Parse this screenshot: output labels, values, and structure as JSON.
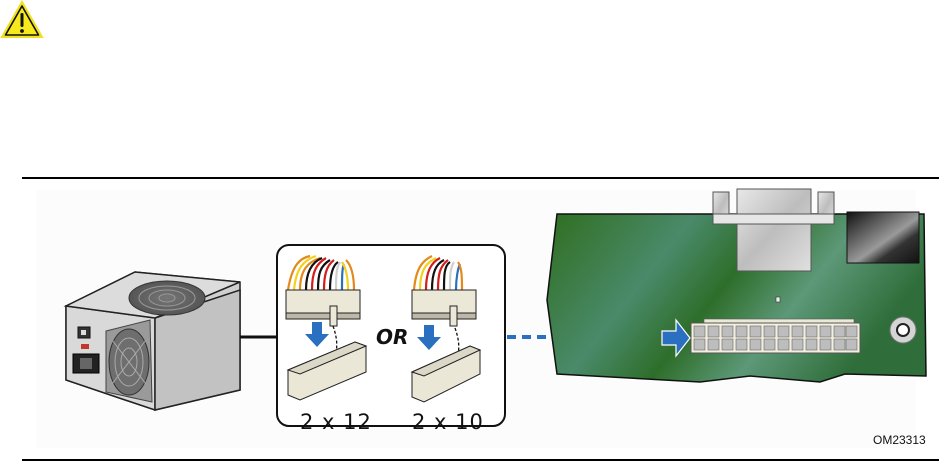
{
  "warning": {
    "icon": "warning-triangle-icon",
    "color": "#f7ea1c"
  },
  "figure": {
    "option_separator": "OR",
    "connector_options": [
      {
        "label": "2 x 12"
      },
      {
        "label": "2 x 10"
      }
    ],
    "figure_id": "OM23313",
    "colors": {
      "arrow_blue": "#2a6fc0",
      "board_green": "#2f6e2a",
      "board_green_light": "#4c8a6a"
    }
  }
}
